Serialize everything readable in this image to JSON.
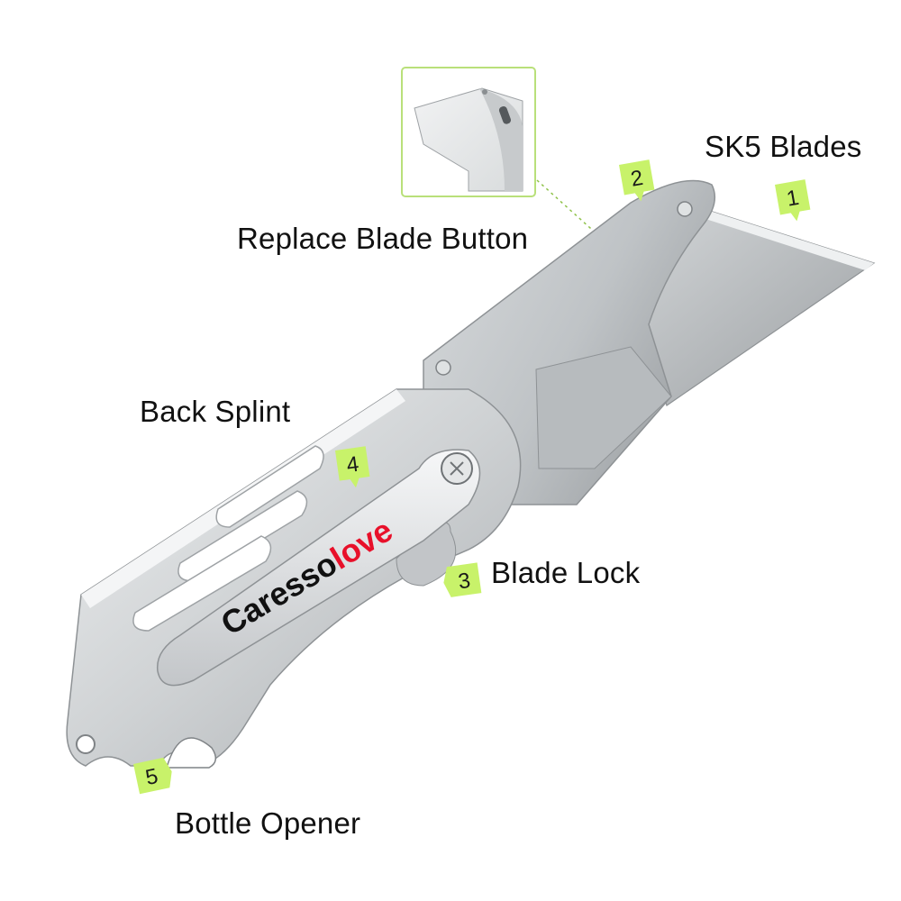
{
  "labels": {
    "sk5_blades": "SK5 Blades",
    "replace_blade_button": "Replace Blade Button",
    "back_splint": "Back Splint",
    "blade_lock": "Blade Lock",
    "bottle_opener": "Bottle Opener"
  },
  "badges": {
    "one": "1",
    "two": "2",
    "three": "3",
    "four": "4",
    "five": "5"
  },
  "brand": {
    "part_a": "Caresso",
    "part_b": "love"
  },
  "colors": {
    "badge_fill": "#c8f26a",
    "inset_border": "#b9e07a",
    "brand_dark": "#111111",
    "brand_red": "#e8102a",
    "steel": "#c9ccce"
  }
}
